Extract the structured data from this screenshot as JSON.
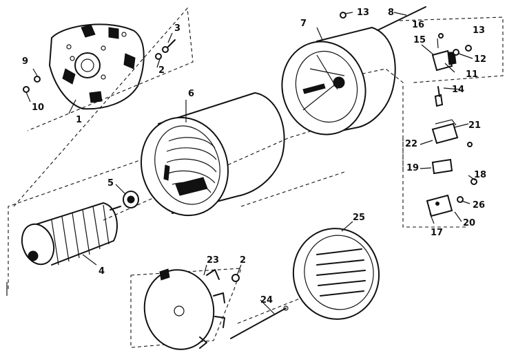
{
  "colors": {
    "ink": "#111111",
    "paper": "#ffffff"
  },
  "parts": [
    {
      "id": "end_bell_front",
      "label": "1"
    },
    {
      "id": "washer_a",
      "label": "2"
    },
    {
      "id": "bolt_short",
      "label": "3"
    },
    {
      "id": "rotor",
      "label": "4"
    },
    {
      "id": "bearing",
      "label": "5"
    },
    {
      "id": "stator_housing",
      "label": "6"
    },
    {
      "id": "field_frame",
      "label": "7"
    },
    {
      "id": "through_bolt",
      "label": "8"
    },
    {
      "id": "washer_left",
      "label": "9"
    },
    {
      "id": "nut_left",
      "label": "10"
    },
    {
      "id": "brush_holder",
      "label": "11"
    },
    {
      "id": "washer_b",
      "label": "12"
    },
    {
      "id": "screw_top",
      "label": "13"
    },
    {
      "id": "screw_right",
      "label": "13"
    },
    {
      "id": "brush",
      "label": "14"
    },
    {
      "id": "clip",
      "label": "15"
    },
    {
      "id": "pin",
      "label": "16"
    },
    {
      "id": "bracket",
      "label": "17"
    },
    {
      "id": "screw_bracket",
      "label": "18"
    },
    {
      "id": "capacitor_small",
      "label": "19"
    },
    {
      "id": "lead",
      "label": "20"
    },
    {
      "id": "screw_cap",
      "label": "21"
    },
    {
      "id": "capacitor_large",
      "label": "22"
    },
    {
      "id": "fan",
      "label": "23"
    },
    {
      "id": "rod",
      "label": "24"
    },
    {
      "id": "end_bell_rear",
      "label": "25"
    },
    {
      "id": "nut_bracket",
      "label": "26"
    },
    {
      "id": "washer_fan",
      "label": "2"
    }
  ]
}
